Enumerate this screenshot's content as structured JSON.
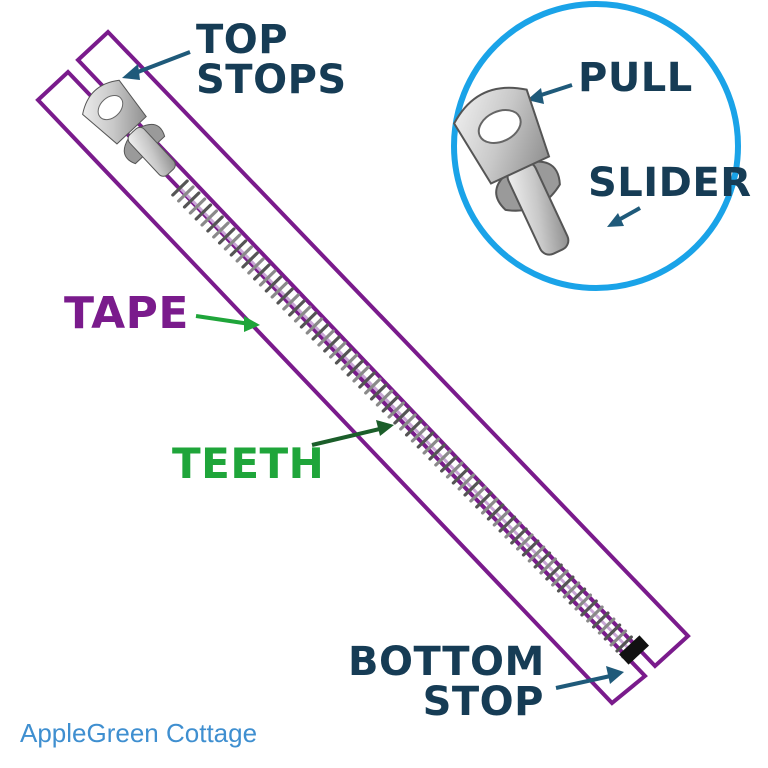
{
  "labels": {
    "top_stops": [
      "TOP",
      "STOPS"
    ],
    "pull": "PULL",
    "slider": "SLIDER",
    "tape": "TAPE",
    "teeth": "TEETH",
    "bottom_stop": [
      "BOTTOM",
      "STOP"
    ]
  },
  "brand": "AppleGreen Cottage",
  "colors": {
    "tape": "#7a1b8c",
    "tape_label": "#7a1b8c",
    "teeth_label": "#1fa53a",
    "navy_label": "#163c55",
    "inset_circle": "#1aa3e8",
    "brand": "#3f8fd0"
  }
}
